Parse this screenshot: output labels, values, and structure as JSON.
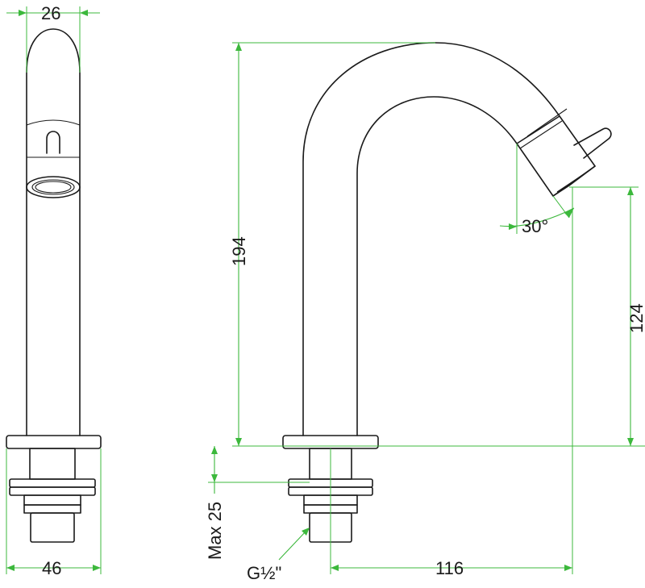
{
  "dimensions": {
    "top_width": "26",
    "base_width": "46",
    "height_total": "194",
    "spout_height": "124",
    "angle": "30°",
    "max_thickness": "Max 25",
    "thread": "G½\"",
    "reach": "116"
  },
  "colors": {
    "dimension_line": "#3cb83c",
    "outline": "#1a1a1a"
  }
}
